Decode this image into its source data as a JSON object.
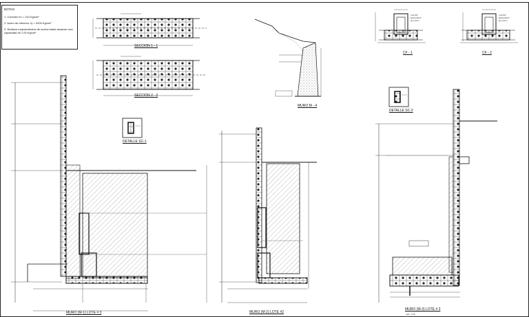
{
  "notes": {
    "heading": "NOTAS",
    "items": [
      "1.   Concreto f'c = 210  Kg/cm²",
      "2.   Acero de refuerzo: fy = 4200  Kg/cm²",
      "3.   Realizar mejoramientos  de suelos hasta alcanzar  una capacidad  de  1.00 Kg/cm²"
    ]
  },
  "titles": {
    "seccion_1": "SECCION  1 - 1",
    "seccion_2": "SECCION  2 - 2",
    "detalle_sc1": "DETALLE  SC-1",
    "detalle_sc2": "DETALLE  SC-2",
    "muro_m4": "MURO  M - 4",
    "cf1": "CF - 1",
    "cf2": "CF - 2",
    "muro_m1": "MURO  (M-1)  LOTE  # 3",
    "muro_m2": "MURO  (M-2)  LOTE  #2",
    "muro_m3": "MURO  (M-3)  LOTE  # 3"
  },
  "scales": {
    "esc": "Esc. 1:25"
  },
  "cf_labels": {
    "cf1_bar": "4 Ø 3/8\"",
    "cf1_stirrup": "Estrib Ø1/4\"",
    "cf1_spacing": "@ 0.20 m",
    "cf2_bar": "4 Ø 3/8\"",
    "cf2_stirrup": "Estrib Ø1/4\"",
    "cf2_spacing": "@ 0.20 m"
  }
}
